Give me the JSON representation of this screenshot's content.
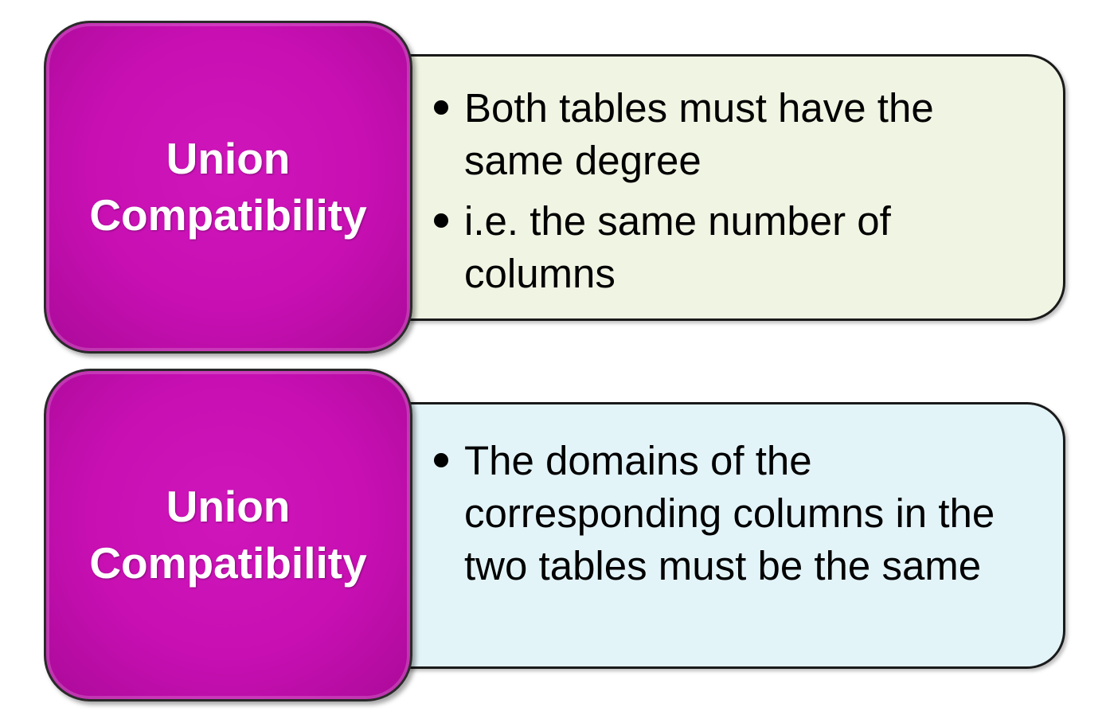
{
  "blocks": [
    {
      "label_lines": [
        "Union",
        "Compatibility"
      ],
      "bullets": [
        "Both tables must have the same degree",
        "i.e. the same number of columns"
      ]
    },
    {
      "label_lines": [
        "Union",
        "Compatibility"
      ],
      "bullets": [
        "The domains of the corresponding columns in the two tables must be the same"
      ]
    }
  ],
  "colors": {
    "label_fill": "#c70fb2",
    "label_text": "#ffffff",
    "box1_fill": "#f0f4e3",
    "box2_fill": "#e3f4f9",
    "outline": "#1a1a1a"
  }
}
